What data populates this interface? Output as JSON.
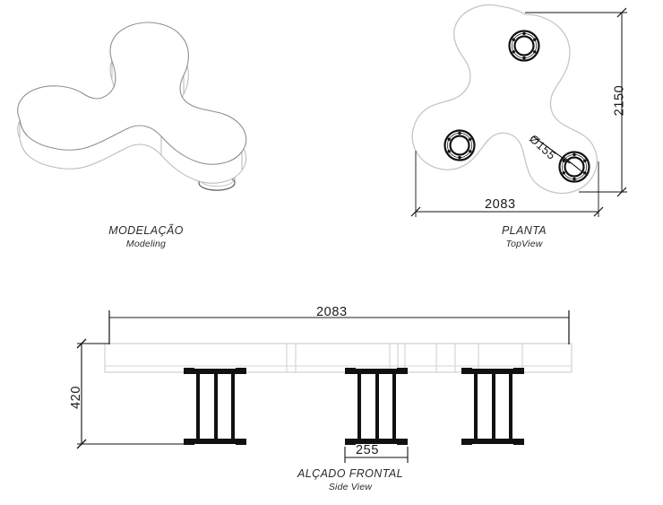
{
  "document": {
    "type": "technical-drawing",
    "sheet_background": "#ffffff",
    "line_color": "#1a1a1a",
    "outline_color": "#c9c9c9"
  },
  "views": [
    {
      "id": "modeling",
      "title": "MODELAÇÃO",
      "subtitle": "Modeling",
      "description": "Isometric 3D model of a three-lobed (trefoil) table top on three legs"
    },
    {
      "id": "topview",
      "title": "PLANTA",
      "subtitle": "TopView",
      "description": "Plan view of trefoil table top with three circular bolted leg flanges"
    },
    {
      "id": "sideview",
      "title": "ALÇADO FRONTAL",
      "subtitle": "Side View",
      "description": "Front elevation showing table top slab and three legs"
    }
  ],
  "dimensions": {
    "topview_width": "2083",
    "topview_height": "2150",
    "flange_diameter": "Ø155",
    "elevation_width": "2083",
    "elevation_height": "420",
    "leg_width": "255"
  }
}
